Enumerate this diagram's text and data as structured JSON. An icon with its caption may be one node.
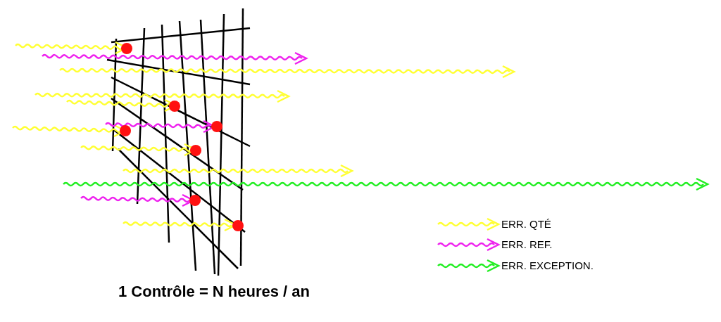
{
  "diagram": {
    "caption": "1 Contrôle = N heures / an",
    "legend": [
      {
        "text": "ERR. QTÉ"
      },
      {
        "text": "ERR. REF."
      },
      {
        "text": "ERR. EXCEPTION."
      }
    ]
  }
}
